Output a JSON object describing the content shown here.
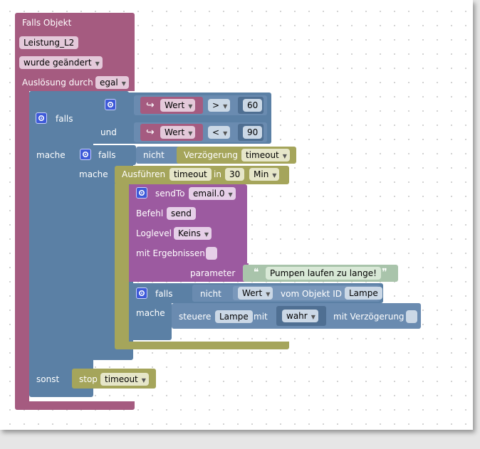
{
  "on_block": {
    "title": "Falls Objekt",
    "object": "Leistung_L2",
    "condition": "wurde geändert",
    "trigger_label": "Auslösung durch",
    "trigger_value": "egal"
  },
  "if_block": {
    "if_label": "falls",
    "do_label": "mache",
    "else_label": "sonst",
    "and_label": "und",
    "comparisons": [
      {
        "left": "Wert",
        "op": ">",
        "value": "60"
      },
      {
        "left": "Wert",
        "op": "<",
        "value": "90"
      }
    ]
  },
  "inner_if": {
    "if_label": "falls",
    "do_label": "mache",
    "not_label": "nicht",
    "delay_label": "Verzögerung",
    "delay_value": "timeout"
  },
  "timeout_block": {
    "label": "Ausführen",
    "name": "timeout",
    "in_label": "in",
    "amount": "30",
    "unit": "Min"
  },
  "sendto": {
    "label": "sendTo",
    "target": "email.0",
    "command_label": "Befehl",
    "command": "send",
    "loglevel_label": "Loglevel",
    "loglevel": "Keins",
    "results_label": "mit Ergebnissen",
    "param_label": "parameter",
    "param_text": "Pumpen laufen zu lange!",
    "quote_open": "❝",
    "quote_close": "❞"
  },
  "inner_if2": {
    "if_label": "falls",
    "not_label": "nicht",
    "value_label": "Wert",
    "from_label": "vom Objekt ID",
    "object": "Lampe",
    "do_label": "mache"
  },
  "control": {
    "label": "steuere",
    "object": "Lampe",
    "with_label": "mit",
    "value": "wahr",
    "delay_label": "mit Verzögerung"
  },
  "else_action": {
    "label": "stop",
    "value": "timeout"
  },
  "colors": {
    "trigger": "#a55b80",
    "logic": "#5b80a5",
    "timer": "#a5a55b",
    "sendto": "#9c5aa0"
  }
}
